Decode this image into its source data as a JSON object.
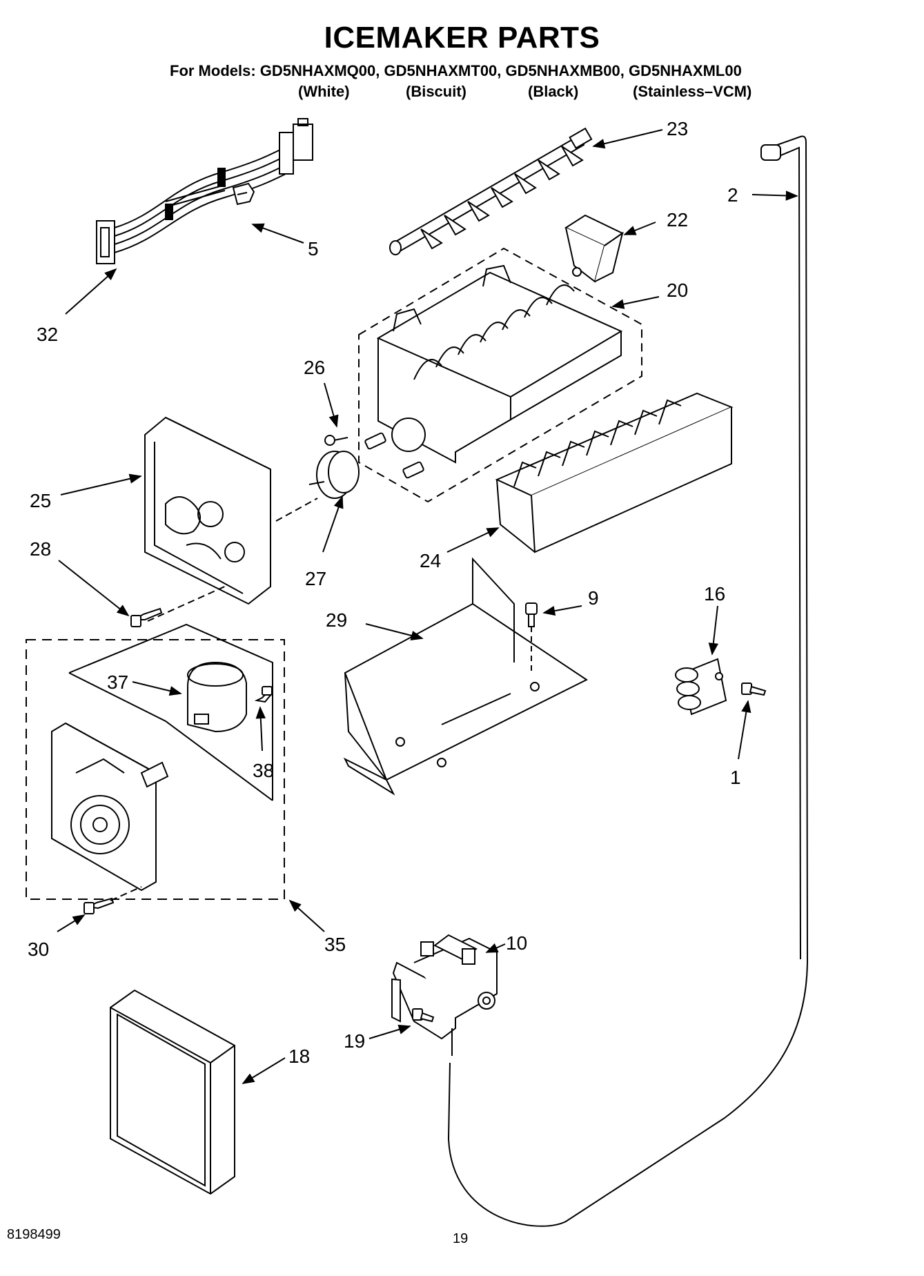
{
  "header": {
    "title": "ICEMAKER PARTS",
    "models_line": "For Models: GD5NHAXMQ00, GD5NHAXMT00, GD5NHAXMB00, GD5NHAXML00",
    "finishes": [
      "(White)",
      "(Biscuit)",
      "(Black)",
      "(Stainless–VCM)"
    ]
  },
  "callouts": [
    "23",
    "2",
    "22",
    "5",
    "32",
    "20",
    "26",
    "25",
    "28",
    "27",
    "24",
    "9",
    "16",
    "29",
    "37",
    "38",
    "1",
    "30",
    "35",
    "10",
    "19",
    "18"
  ],
  "footer": {
    "doc_number": "8198499",
    "page_number": "19"
  }
}
